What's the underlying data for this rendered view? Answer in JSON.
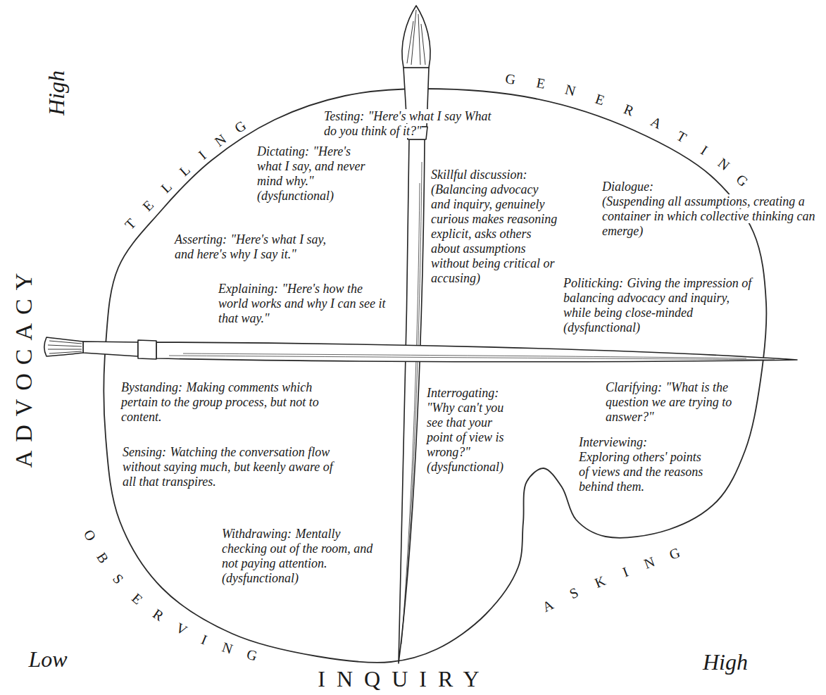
{
  "diagram": {
    "nodes": [
      {
        "text": [
          "Testing:",
          "\"Here's what I say What do you think of it?\"",
          "Dictating:",
          "\"Here's what I say, and never mind why.\" (dysfunctional)",
          "Skillful discussion:",
          "(Balancing advocacy and inquiry, genuinely curious makes reasoning explicit, asks others about assumptions without being critical or accusing)",
          "Dialogue:",
          "(Suspending all assumptions, creating a container in which collective thinking can emerge)",
          "Asserting:",
          "\"Here's what I say, and here's why I say it.\"",
          "Politicking:",
          "Giving the impression of balancing advocacy and inquiry, while being close-minded (dysfunctional)",
          "Explaining:",
          "\"Here's how the world works and why I can see it that way.\"",
          "Bystanding:",
          "Making comments which pertain to the group process, but not to content.",
          "Interrogating:",
          "\"Why can't you see that your point of view is wrong?\" (dysfunctional)",
          "Clarifying:",
          "\"What is the question we are trying to answer?\"",
          "Interviewing:",
          "Exploring others' points of views and the reasons behind them.",
          "Sensing:",
          "Watching the conversation flow without saying much, but keenly aware of all that transpires.",
          "Withdrawing:",
          "Mentally checking out of the room, and not paying attention. (dysfunctional)"
        ]
      }
    ],
    "labels": [
      "High",
      "TELLING",
      "GENERATING",
      "ADVOCACY",
      "OBSERVING",
      "ASKING",
      "Low",
      "INQUIRY",
      "High"
    ]
  }
}
